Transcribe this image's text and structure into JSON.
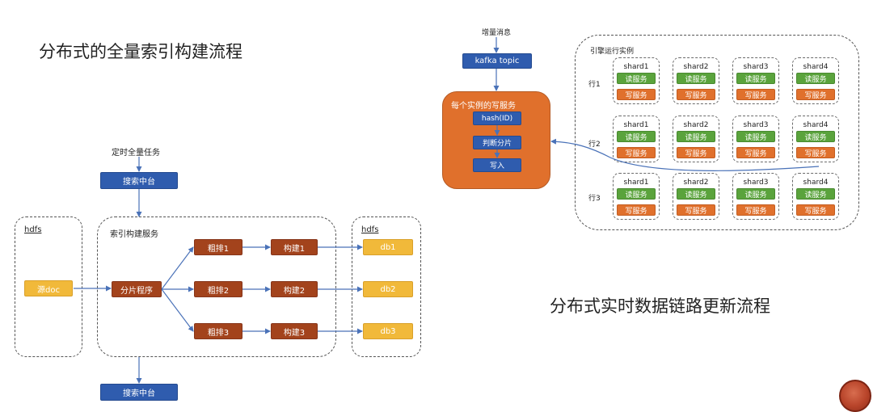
{
  "left": {
    "title": "分布式的全量索引构建流程",
    "trigger_label": "定时全量任务",
    "search_top": "搜索中台",
    "search_bottom": "搜索中台",
    "hdfs_src_label": "hdfs",
    "src_doc": "源doc",
    "service_label": "索引构建服务",
    "shard_program": "分片程序",
    "rows": [
      {
        "sort": "粗排1",
        "build": "构建1",
        "db": "db1"
      },
      {
        "sort": "粗排2",
        "build": "构建2",
        "db": "db2"
      },
      {
        "sort": "粗排3",
        "build": "构建3",
        "db": "db3"
      }
    ],
    "hdfs_dst_label": "hdfs"
  },
  "right": {
    "title": "分布式实时数据链路更新流程",
    "incr_label": "增量消息",
    "kafka": "kafka topic",
    "write_panel_title": "每个实例的写服务",
    "steps": [
      "hash(ID)",
      "判断分片",
      "写入"
    ],
    "engine_label": "引擎运行实例",
    "row_labels": [
      "行1",
      "行2",
      "行3"
    ],
    "shards": [
      "shard1",
      "shard2",
      "shard3",
      "shard4"
    ],
    "read_label": "读服务",
    "write_label": "写服务"
  },
  "colors": {
    "blue": "#2f5cae",
    "brown": "#a3431c",
    "yellow": "#f1b93a",
    "green": "#5aa33c",
    "orange": "#e0702c"
  }
}
